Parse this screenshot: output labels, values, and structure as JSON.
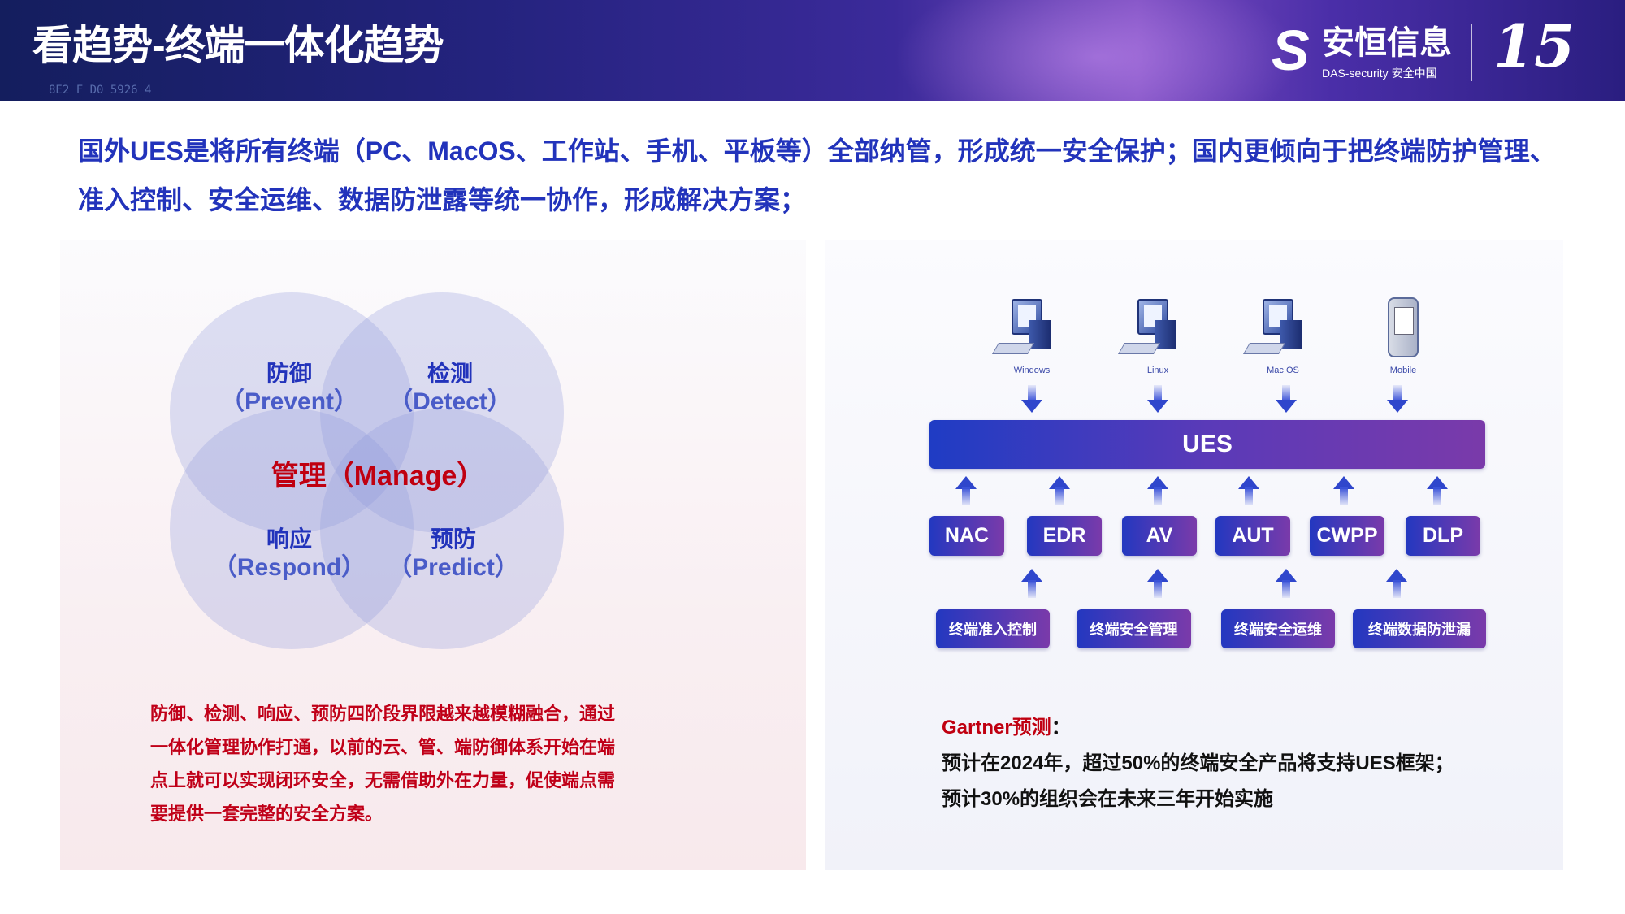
{
  "header": {
    "title": "看趋势-终端一体化趋势",
    "logo_cn": "安恒信息",
    "logo_en": "DAS-security 安全中国",
    "anniversary": "15",
    "bg_codes": "8E2  F D0   5926  4"
  },
  "intro": "国外UES是将所有终端（PC、MacOS、工作站、手机、平板等）全部纳管，形成统一安全保护；国内更倾向于把终端防护管理、准入控制、安全运维、数据防泄露等统一协作，形成解决方案；",
  "venn": {
    "prevent": {
      "cn": "防御",
      "en": "（Prevent）"
    },
    "detect": {
      "cn": "检测",
      "en": "（Detect）"
    },
    "respond": {
      "cn": "响应",
      "en": "（Respond）"
    },
    "predict": {
      "cn": "预防",
      "en": "（Predict）"
    },
    "center": "管理（Manage）"
  },
  "left_text": "防御、检测、响应、预防四阶段界限越来越模糊融合，通过一体化管理协作打通，以前的云、管、端防御体系开始在端点上就可以实现闭环安全，无需借助外在力量，促使端点需要提供一套完整的安全方案。",
  "devices": [
    {
      "label": "Windows",
      "icon": "desktop-pc-icon"
    },
    {
      "label": "Linux",
      "icon": "desktop-pc-icon"
    },
    {
      "label": "Mac OS",
      "icon": "desktop-pc-icon"
    },
    {
      "label": "Mobile",
      "icon": "mobile-device-icon"
    }
  ],
  "ues": "UES",
  "modules": [
    "NAC",
    "EDR",
    "AV",
    "AUT",
    "CWPP",
    "DLP"
  ],
  "functions": [
    "终端准入控制",
    "终端安全管理",
    "终端安全运维",
    "终端数据防泄漏"
  ],
  "gartner": {
    "title": "Gartner预测",
    "colon": "：",
    "line1": "预计在2024年，超过50%的终端安全产品将支持UES框架；",
    "line2": "预计30%的组织会在未来三年开始实施"
  },
  "colors": {
    "accent_blue": "#2233bb",
    "accent_red": "#c00010",
    "gradient_start": "#1f3cc4",
    "gradient_end": "#7a3aaa"
  }
}
